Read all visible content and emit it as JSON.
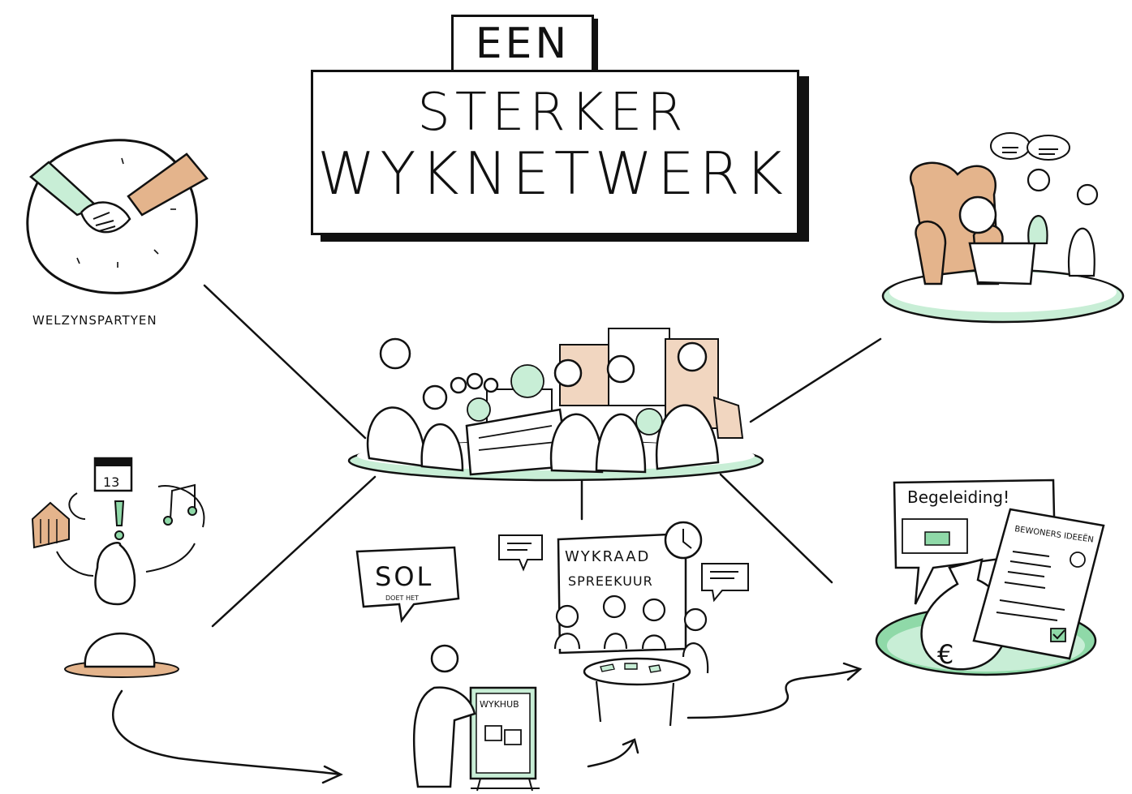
{
  "title": {
    "line0": "EEN",
    "line1": "STERKER",
    "line2": "WYKNETWERK"
  },
  "labels": {
    "welzijn": "WELZYNSPARTYEN",
    "calendar_day": "13",
    "sol_big": "SOL",
    "sol_small": "DOET HET",
    "wijkraad_1": "WYKRAAD",
    "wijkraad_2": "SPREEKUUR",
    "wijkhub": "WYKHUB",
    "begeleiding": "Begeleiding!",
    "bewoners": "BEWONERS IDEEËN",
    "euro": "€"
  },
  "colors": {
    "ink": "#111111",
    "green": "#8fd9a8",
    "green_light": "#c8eed6",
    "tan": "#e4b48c"
  },
  "icons": [
    "handshake-icon",
    "armchair-icon",
    "calendar-icon",
    "circus-tent-icon",
    "music-note-icon",
    "exclamation-icon",
    "speech-bubble-icon",
    "clock-icon",
    "lightbulb-icon",
    "money-bag-icon",
    "checkbox-icon",
    "document-icon"
  ]
}
